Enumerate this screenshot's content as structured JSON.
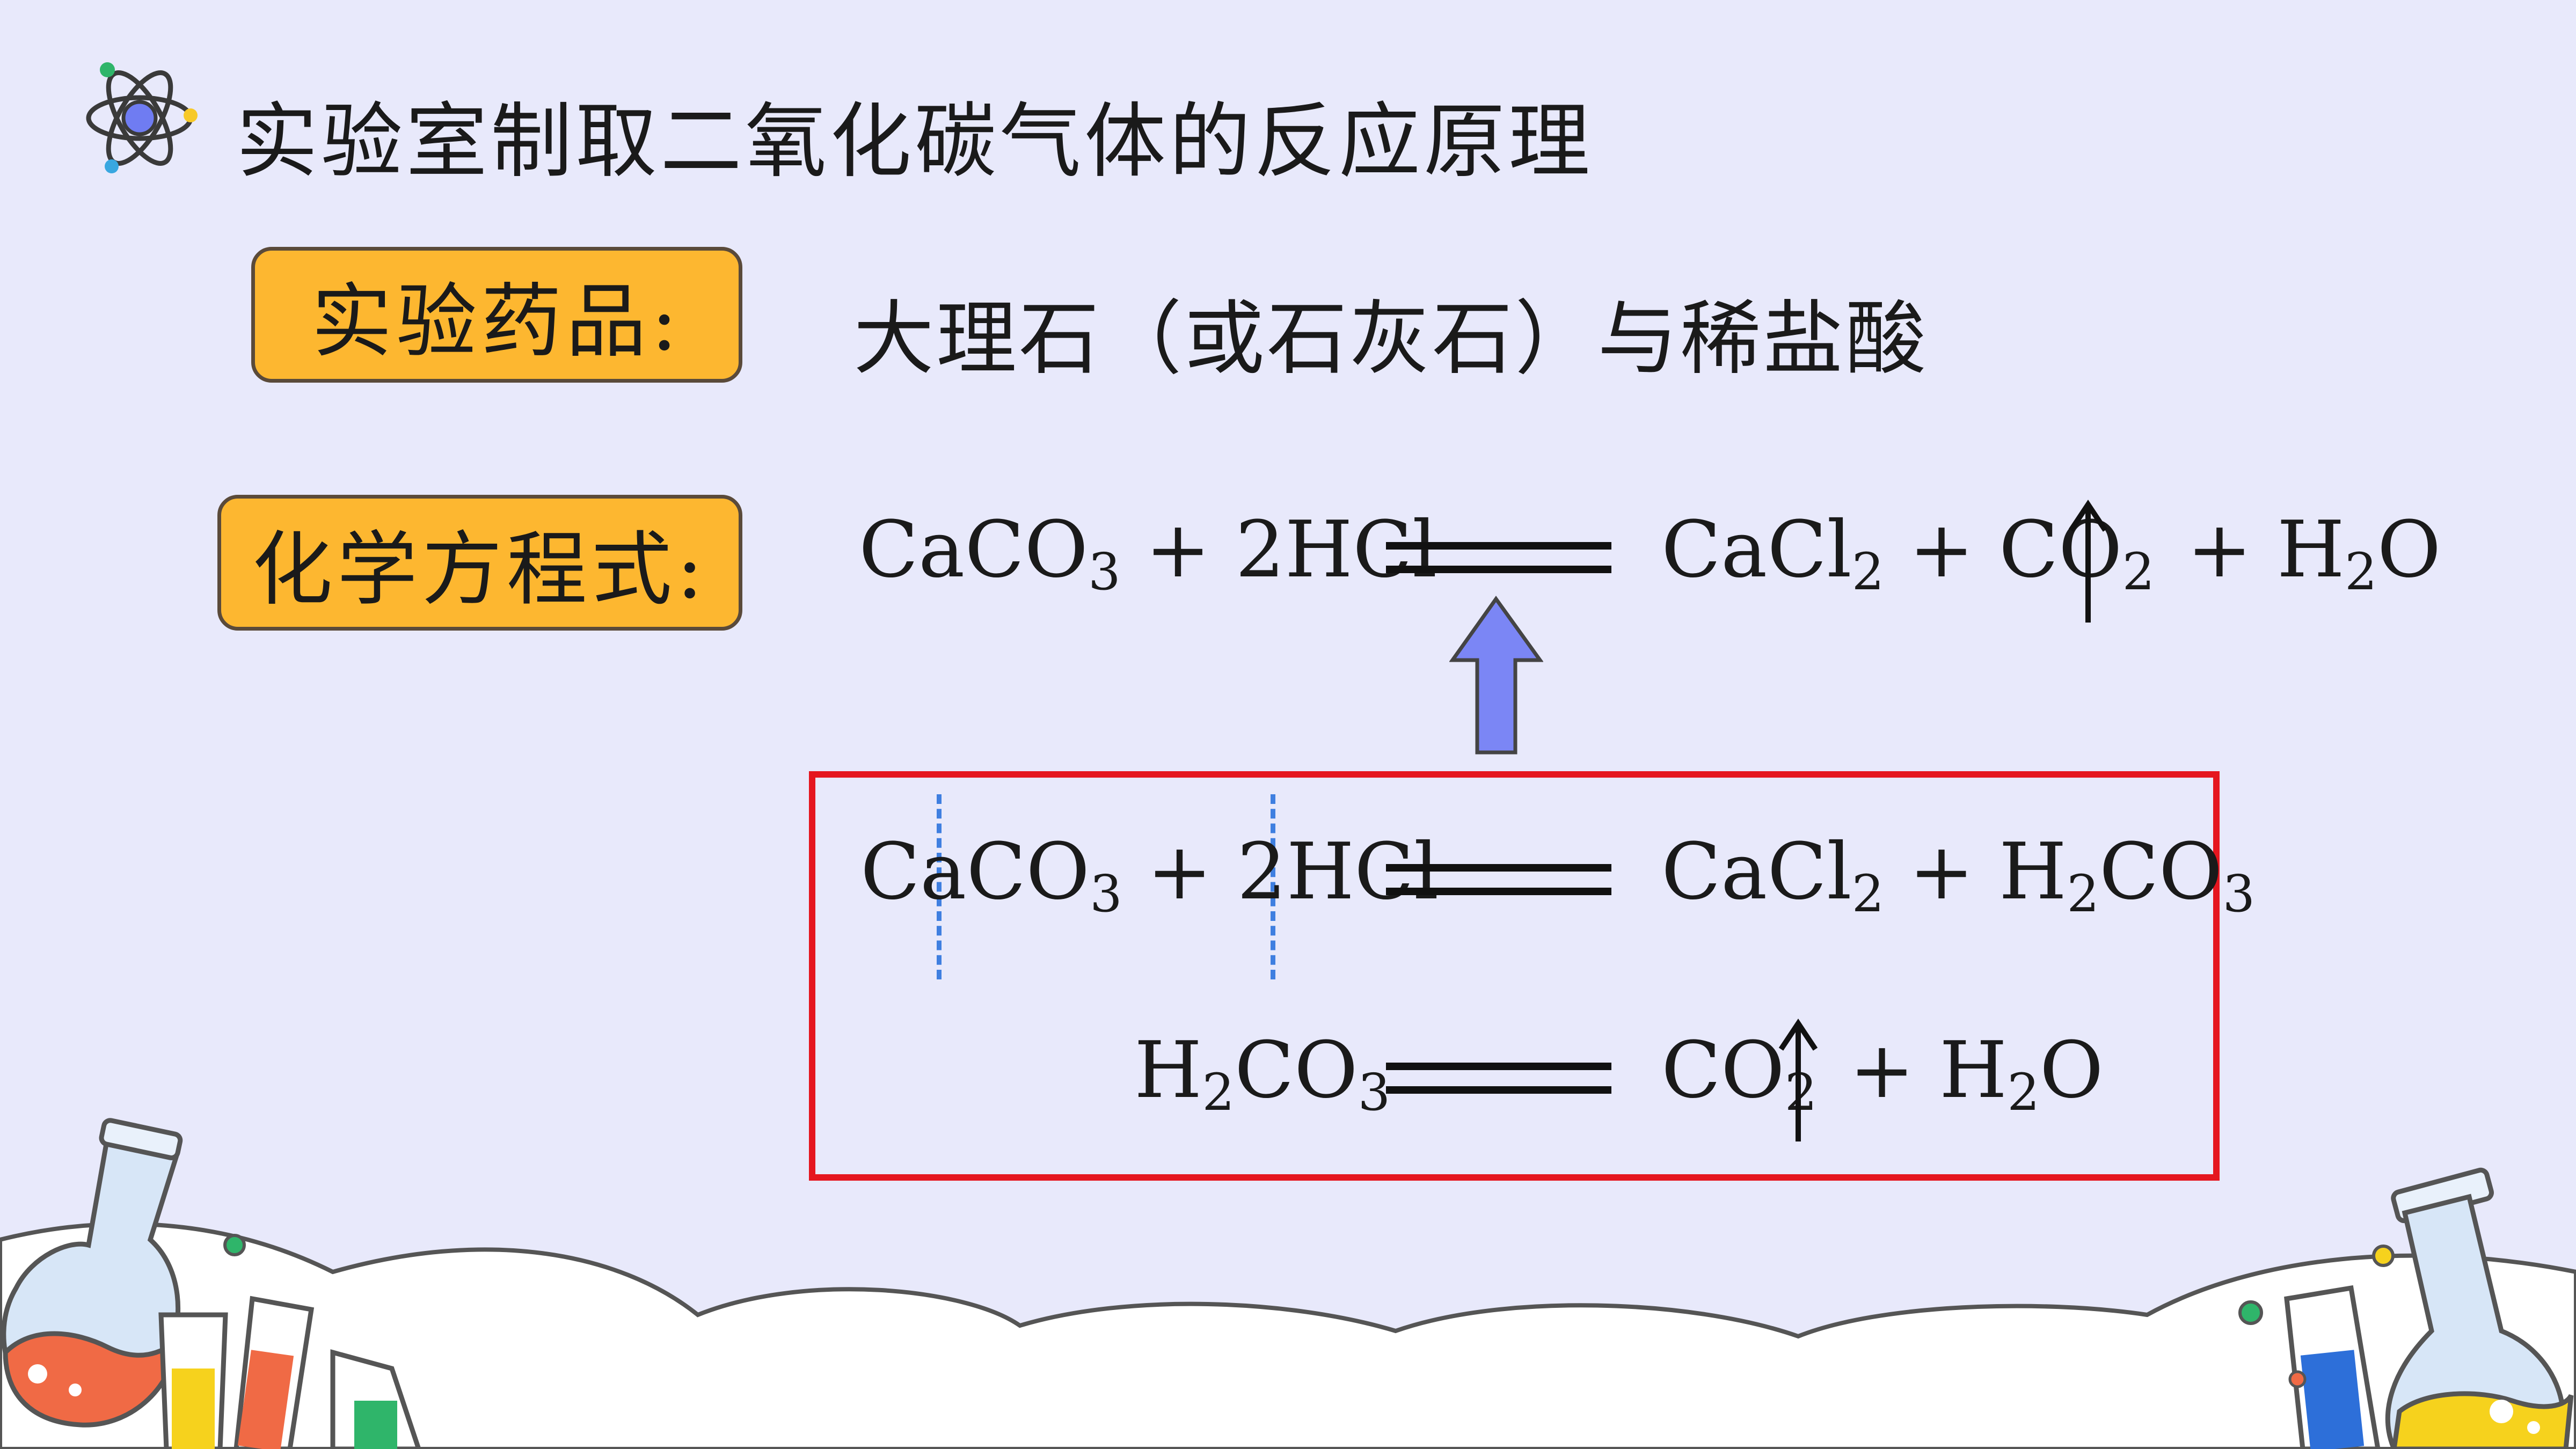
{
  "title": "实验室制取二氧化碳气体的反应原理",
  "reagents": {
    "label": "实验药品:",
    "value": "大理石（或石灰石）与稀盐酸"
  },
  "equation": {
    "label": "化学方程式:"
  },
  "main_eq": {
    "left_a": "CaCO",
    "left_sub": "3",
    "left_b": " + 2HCl",
    "right_a": "CaCl",
    "right_sub1": "2",
    "right_b": " + CO",
    "right_sub2": "2",
    "right_c": "+ H",
    "right_sub3": "2",
    "right_d": "O"
  },
  "step1": {
    "left_a": "CaCO",
    "left_sub": "3",
    "left_b": " + 2HCl",
    "right_a": "CaCl",
    "right_sub1": "2",
    "right_b": " + H",
    "right_sub2": "2",
    "right_c": "CO",
    "right_sub3": "3"
  },
  "step2": {
    "left_a": "H",
    "left_sub1": "2",
    "left_b": "CO",
    "left_sub2": "3",
    "right_a": "CO",
    "right_sub": "2",
    "right_b": "+ H",
    "right_sub2": "2",
    "right_c": "O"
  },
  "colors": {
    "background": "#e8e9fb",
    "label_fill": "#fdb730",
    "box_border": "#e5161f",
    "arrow": "#7b86f5",
    "dash": "#3f7fe0"
  }
}
